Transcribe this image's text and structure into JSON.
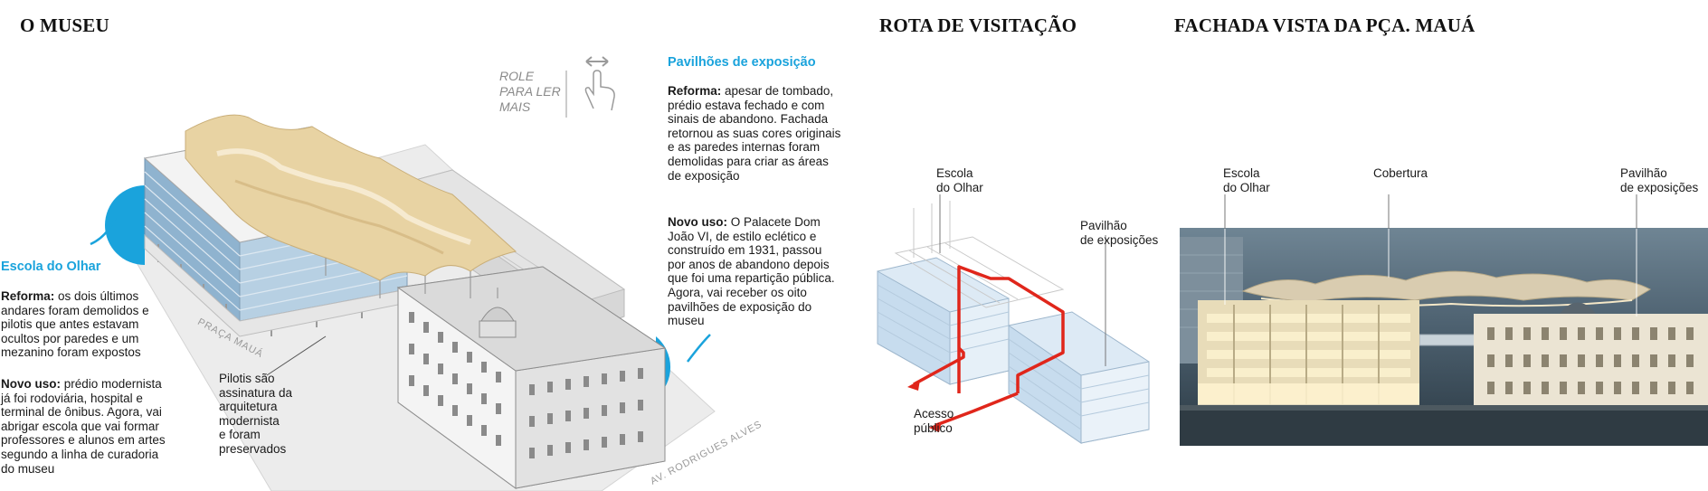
{
  "sections": {
    "museu": "O MUSEU",
    "rota": "ROTA DE VISITAÇÃO",
    "fachada": "FACHADA VISTA DA PÇA. MAUÁ"
  },
  "scroll_hint": {
    "line1": "ROLE",
    "line2": "PARA LER",
    "line3": "MAIS"
  },
  "pavilhoes": {
    "heading": "Pavilhões de exposição",
    "reforma_label": "Reforma:",
    "reforma_text": " apesar de tombado, prédio estava fechado e com sinais de abandono. Fachada retornou as suas cores originais e as paredes internas foram demolidas para criar as áreas de exposição",
    "novo_label": "Novo uso:",
    "novo_text": " O Palacete Dom João VI, de estilo eclético e construído em 1931, passou por anos de abandono depois que foi uma repartição pública. Agora, vai receber os oito pavilhões de exposição do museu"
  },
  "escola": {
    "heading": "Escola do Olhar",
    "reforma_label": "Reforma:",
    "reforma_text": " os dois últimos andares foram demolidos e pilotis que antes estavam ocultos por paredes e um mezanino foram expostos",
    "novo_label": "Novo uso:",
    "novo_text": " prédio modernista já foi rodoviária, hospital e terminal de ônibus. Agora, vai abrigar escola que vai formar professores e alunos em artes segundo a linha de curadoria do museu"
  },
  "pilotis_note": "Pilotis são\nassinatura da\narquitetura\nmodernista\ne foram\npreservados",
  "streets": {
    "praca": "PRAÇA MAUÁ",
    "avenida": "AV. RODRIGUES ALVES"
  },
  "rota_labels": {
    "escola": "Escola\ndo Olhar",
    "pavilhao": "Pavilhão\nde exposições",
    "acesso": "Acesso\npúblico"
  },
  "fachada_labels": {
    "escola": "Escola\ndo Olhar",
    "cobertura": "Cobertura",
    "pavilhao": "Pavilhão\nde exposições"
  },
  "colors": {
    "accent_blue": "#1aa3dc",
    "route_red": "#e0261b",
    "roof_sand": "#e8d3a3"
  }
}
